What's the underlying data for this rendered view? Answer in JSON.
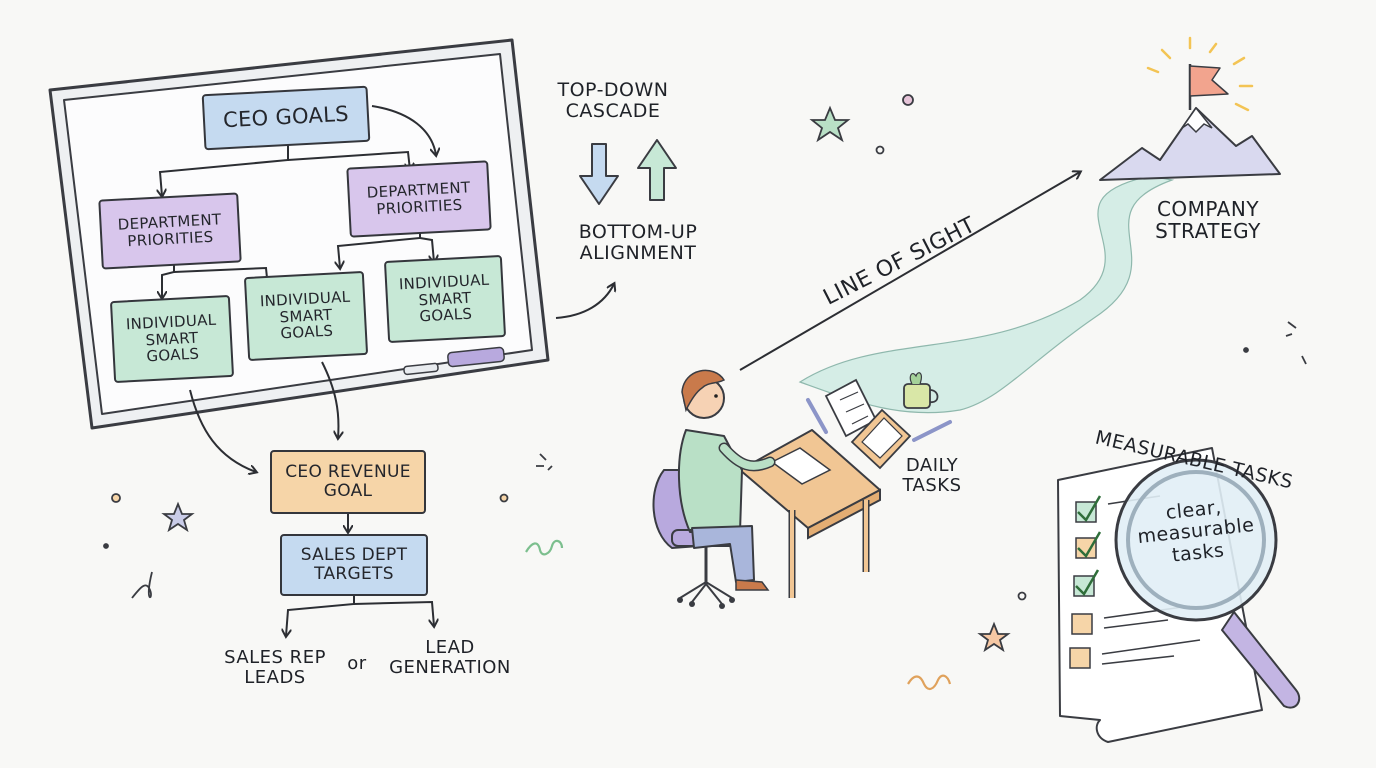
{
  "colors": {
    "blue_box": "#c5daf0",
    "purple_box": "#d8c6ec",
    "green_box": "#c7e8d6",
    "orange_box": "#f6d5a8",
    "path": "#d5ede6",
    "outline": "#34363c"
  },
  "org_chart": {
    "ceo_goals": "CEO GOALS",
    "dept_left": "DEPARTMENT\nPRIORITIES",
    "dept_right": "DEPARTMENT\nPRIORITIES",
    "smart_1": "INDIVIDUAL\nSMART\nGOALS",
    "smart_2": "INDIVIDUAL\nSMART\nGOALS",
    "smart_3": "INDIVIDUAL\nSMART\nGOALS"
  },
  "cascade": {
    "top_down": "TOP-DOWN\nCASCADE",
    "bottom_up": "BOTTOM-UP\nALIGNMENT"
  },
  "revenue_chain": {
    "ceo_revenue_goal": "CEO REVENUE\nGOAL",
    "sales_dept_targets": "SALES DEPT\nTARGETS",
    "sales_rep_leads": "SALES REP\nLEADS",
    "or": "or",
    "lead_generation": "LEAD\nGENERATION"
  },
  "journey": {
    "line_of_sight": "LINE OF SIGHT",
    "company_strategy": "COMPANY\nSTRATEGY",
    "daily_tasks": "DAILY\nTASKS"
  },
  "measurable": {
    "title": "MEASURABLE TASKS",
    "lens_text": "clear,\nmeasurable\ntasks"
  },
  "icons": [
    "whiteboard-icon",
    "marker-icon",
    "eraser-icon",
    "down-arrow-icon",
    "up-arrow-icon",
    "person-icon",
    "desk-icon",
    "chair-icon",
    "mountain-icon",
    "flag-icon",
    "checklist-icon",
    "clipboard-icon",
    "pen-icon",
    "mug-icon",
    "magnifying-glass-icon",
    "star-icon",
    "sparkle-icon",
    "squiggle-icon"
  ]
}
